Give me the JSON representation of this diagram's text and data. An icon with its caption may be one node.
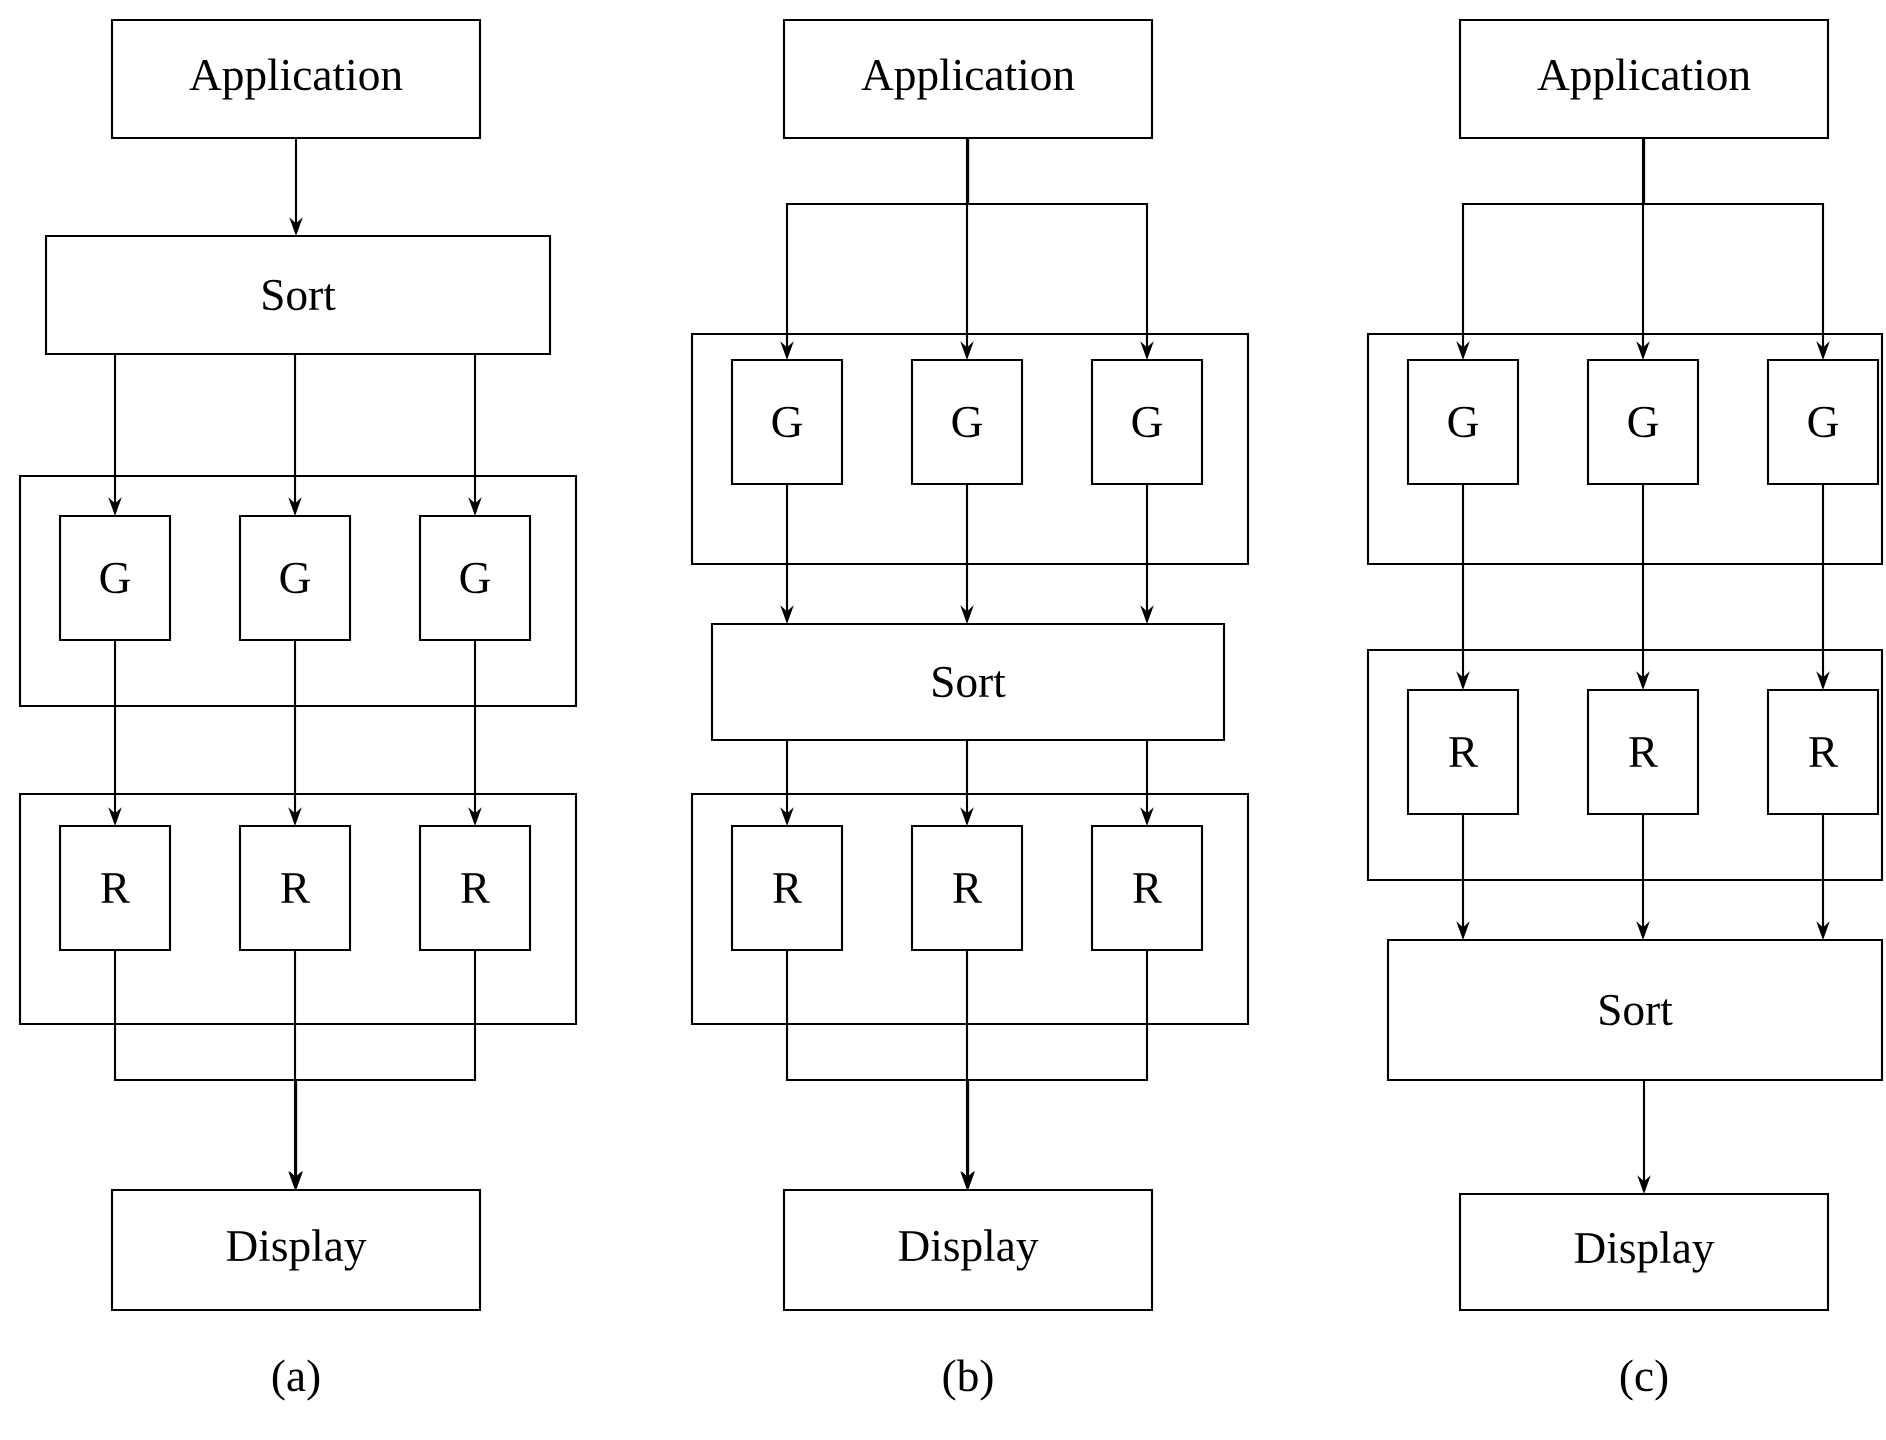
{
  "diagram": {
    "nodes": [
      {
        "text": [
          "Application"
        ]
      },
      {
        "text": [
          "Sort"
        ]
      },
      {
        "text": [],
        "shape": "box"
      },
      {
        "text": [
          "G"
        ],
        "in": 2
      },
      {
        "text": [
          "G"
        ],
        "in": 2
      },
      {
        "text": [
          "G"
        ],
        "in": 2
      },
      {
        "text": [],
        "shape": "box"
      },
      {
        "text": [
          "R"
        ],
        "in": 6
      },
      {
        "text": [
          "R"
        ],
        "in": 6
      },
      {
        "text": [
          "R"
        ],
        "in": 6
      },
      {
        "text": [
          "Display"
        ]
      },
      {
        "text": [
          "Application"
        ]
      },
      {
        "text": [],
        "shape": "box"
      },
      {
        "text": [
          "G"
        ],
        "in": 12
      },
      {
        "text": [
          "G"
        ],
        "in": 12
      },
      {
        "text": [
          "G"
        ],
        "in": 12
      },
      {
        "text": [
          "Sort"
        ]
      },
      {
        "text": [],
        "shape": "box"
      },
      {
        "text": [
          "R"
        ],
        "in": 17
      },
      {
        "text": [
          "R"
        ],
        "in": 17
      },
      {
        "text": [
          "R"
        ],
        "in": 17
      },
      {
        "text": [
          "Display"
        ]
      },
      {
        "text": [
          "Application"
        ]
      },
      {
        "text": [],
        "shape": "box"
      },
      {
        "text": [
          "G"
        ],
        "in": 23
      },
      {
        "text": [
          "G"
        ],
        "in": 23
      },
      {
        "text": [
          "G"
        ],
        "in": 23
      },
      {
        "text": [],
        "shape": "box"
      },
      {
        "text": [
          "R"
        ],
        "in": 27
      },
      {
        "text": [
          "R"
        ],
        "in": 27
      },
      {
        "text": [
          "R"
        ],
        "in": 27
      },
      {
        "text": [
          "Sort"
        ]
      },
      {
        "text": [
          "Display"
        ]
      }
    ],
    "edges": [
      {
        "from": 0,
        "to": 1,
        "arrow": "to"
      },
      {
        "from": 1,
        "to": 3,
        "arrow": "to"
      },
      {
        "from": 1,
        "to": 4,
        "arrow": "to"
      },
      {
        "from": 1,
        "to": 5,
        "arrow": "to"
      },
      {
        "from": 3,
        "to": 7,
        "arrow": "to"
      },
      {
        "from": 4,
        "to": 8,
        "arrow": "to"
      },
      {
        "from": 5,
        "to": 9,
        "arrow": "to"
      },
      {
        "from": 7,
        "to": 10,
        "arrow": "to"
      },
      {
        "from": 8,
        "to": 10,
        "arrow": "to"
      },
      {
        "from": 9,
        "to": 10,
        "arrow": "to"
      },
      {
        "from": 11,
        "to": 13,
        "arrow": "to"
      },
      {
        "from": 11,
        "to": 14,
        "arrow": "to"
      },
      {
        "from": 11,
        "to": 15,
        "arrow": "to"
      },
      {
        "from": 13,
        "to": 16,
        "arrow": "to"
      },
      {
        "from": 14,
        "to": 16,
        "arrow": "to"
      },
      {
        "from": 15,
        "to": 16,
        "arrow": "to"
      },
      {
        "from": 16,
        "to": 18,
        "arrow": "to"
      },
      {
        "from": 16,
        "to": 19,
        "arrow": "to"
      },
      {
        "from": 16,
        "to": 20,
        "arrow": "to"
      },
      {
        "from": 18,
        "to": 21,
        "arrow": "to"
      },
      {
        "from": 19,
        "to": 21,
        "arrow": "to"
      },
      {
        "from": 20,
        "to": 21,
        "arrow": "to"
      },
      {
        "from": 22,
        "to": 24,
        "arrow": "to"
      },
      {
        "from": 22,
        "to": 25,
        "arrow": "to"
      },
      {
        "from": 22,
        "to": 26,
        "arrow": "to"
      },
      {
        "from": 24,
        "to": 28,
        "arrow": "to"
      },
      {
        "from": 25,
        "to": 29,
        "arrow": "to"
      },
      {
        "from": 26,
        "to": 30,
        "arrow": "to"
      },
      {
        "from": 28,
        "to": 31,
        "arrow": "to"
      },
      {
        "from": 29,
        "to": 31,
        "arrow": "to"
      },
      {
        "from": 30,
        "to": 31,
        "arrow": "to"
      },
      {
        "from": 31,
        "to": 32,
        "arrow": "to"
      }
    ],
    "labels": [
      "(a)",
      "(b)",
      "(c)"
    ]
  }
}
